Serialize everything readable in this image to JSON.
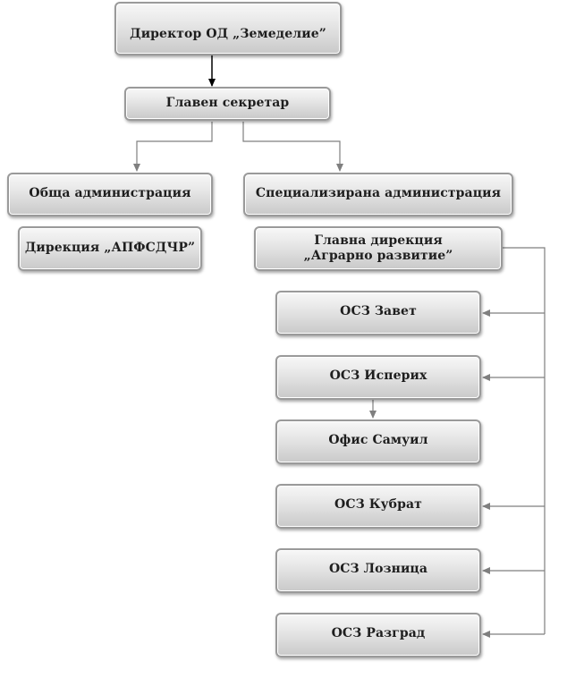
{
  "chart": {
    "director": "Директор ОД „Земеделие”",
    "secretary": "Главен секретар",
    "general_admin": "Обща администрация",
    "directorate": "Дирекция „АПФСДЧР”",
    "specialized_admin": "Специализирана администрация",
    "agri_directorate": {
      "line1": "Главна дирекция",
      "line2": "„Аграрно развитие”"
    },
    "offices": {
      "zavet": "ОСЗ Завет",
      "isperih": "ОСЗ Исперих",
      "samuil": "Офис Самуил",
      "kubrat": "ОСЗ Кубрат",
      "loznica": "ОСЗ Лозница",
      "razgrad": "ОСЗ Разград"
    }
  },
  "colors": {
    "box_border": "#9a9a9a",
    "box_fill_top": "#f7f7f7",
    "box_fill_bottom": "#c9c9c9",
    "connector": "#7f7f7f",
    "primary_arrow": "#000000",
    "text": "#1e1e1e"
  }
}
